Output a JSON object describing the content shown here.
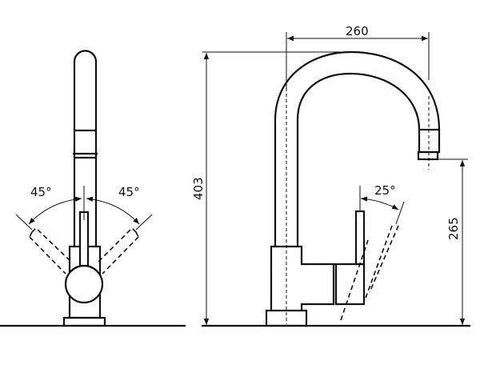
{
  "dimensions": {
    "reach": "260",
    "total_height": "403",
    "spout_height": "265",
    "lever_angle_side": "25°",
    "lever_angle_left": "45°",
    "lever_angle_right": "45°"
  },
  "colors": {
    "line": "#111111",
    "background": "#ffffff"
  }
}
